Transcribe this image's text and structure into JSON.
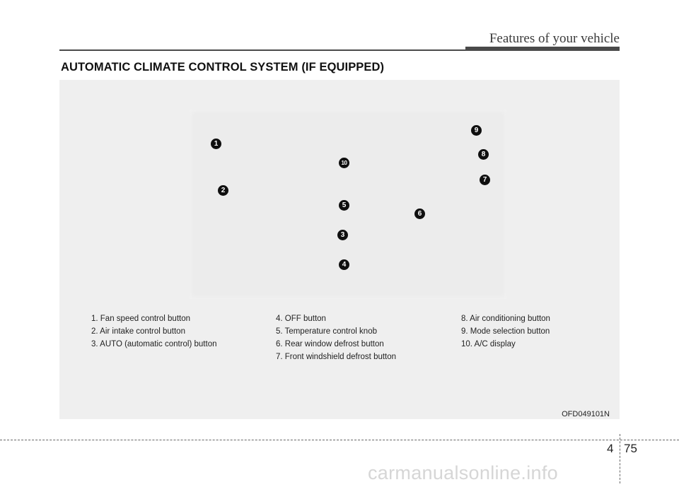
{
  "header": {
    "title": "Features of your vehicle"
  },
  "section": {
    "title": "AUTOMATIC CLIMATE CONTROL SYSTEM (IF EQUIPPED)"
  },
  "figure": {
    "markers": [
      "1",
      "2",
      "3",
      "4",
      "5",
      "6",
      "7",
      "8",
      "9",
      "10"
    ],
    "legend": {
      "col1": [
        "1. Fan speed control button",
        "2. Air intake control button",
        "3. AUTO (automatic control) button"
      ],
      "col2": [
        "4. OFF button",
        "5. Temperature control knob",
        "6. Rear window defrost button",
        "7. Front windshield defrost button"
      ],
      "col3": [
        "8. Air conditioning button",
        "9. Mode selection button",
        "10. A/C display"
      ]
    },
    "code": "OFD049101N"
  },
  "footer": {
    "chapter": "4",
    "page": "75",
    "watermark": "carmanualsonline.info"
  }
}
